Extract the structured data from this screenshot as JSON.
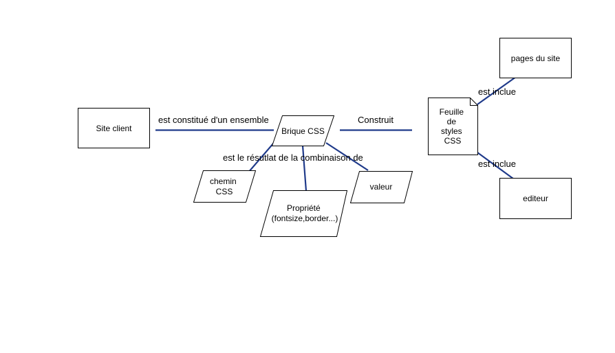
{
  "colors": {
    "connector": "#1f3a8a",
    "node_border": "#000000",
    "node_fill": "#ffffff",
    "text": "#000000"
  },
  "nodes": {
    "site_client": "Site client",
    "brique_css": "Brique CSS",
    "chemin_css": [
      "chemin",
      "CSS"
    ],
    "propriete": [
      "Propriété",
      "(fontsize,border...)"
    ],
    "valeur": "valeur",
    "feuille_de_styles": [
      "Feuille",
      "de",
      "styles",
      "CSS"
    ],
    "pages_du_site": "pages du site",
    "editeur": "editeur"
  },
  "edges": {
    "est_constitue": "est constitué d'un ensemble",
    "construit": "Construit",
    "resultat_combinaison": "est le résutlat de la combinaison de",
    "est_inclue_pages": "est inclue",
    "est_inclue_editeur": "est inclue"
  }
}
